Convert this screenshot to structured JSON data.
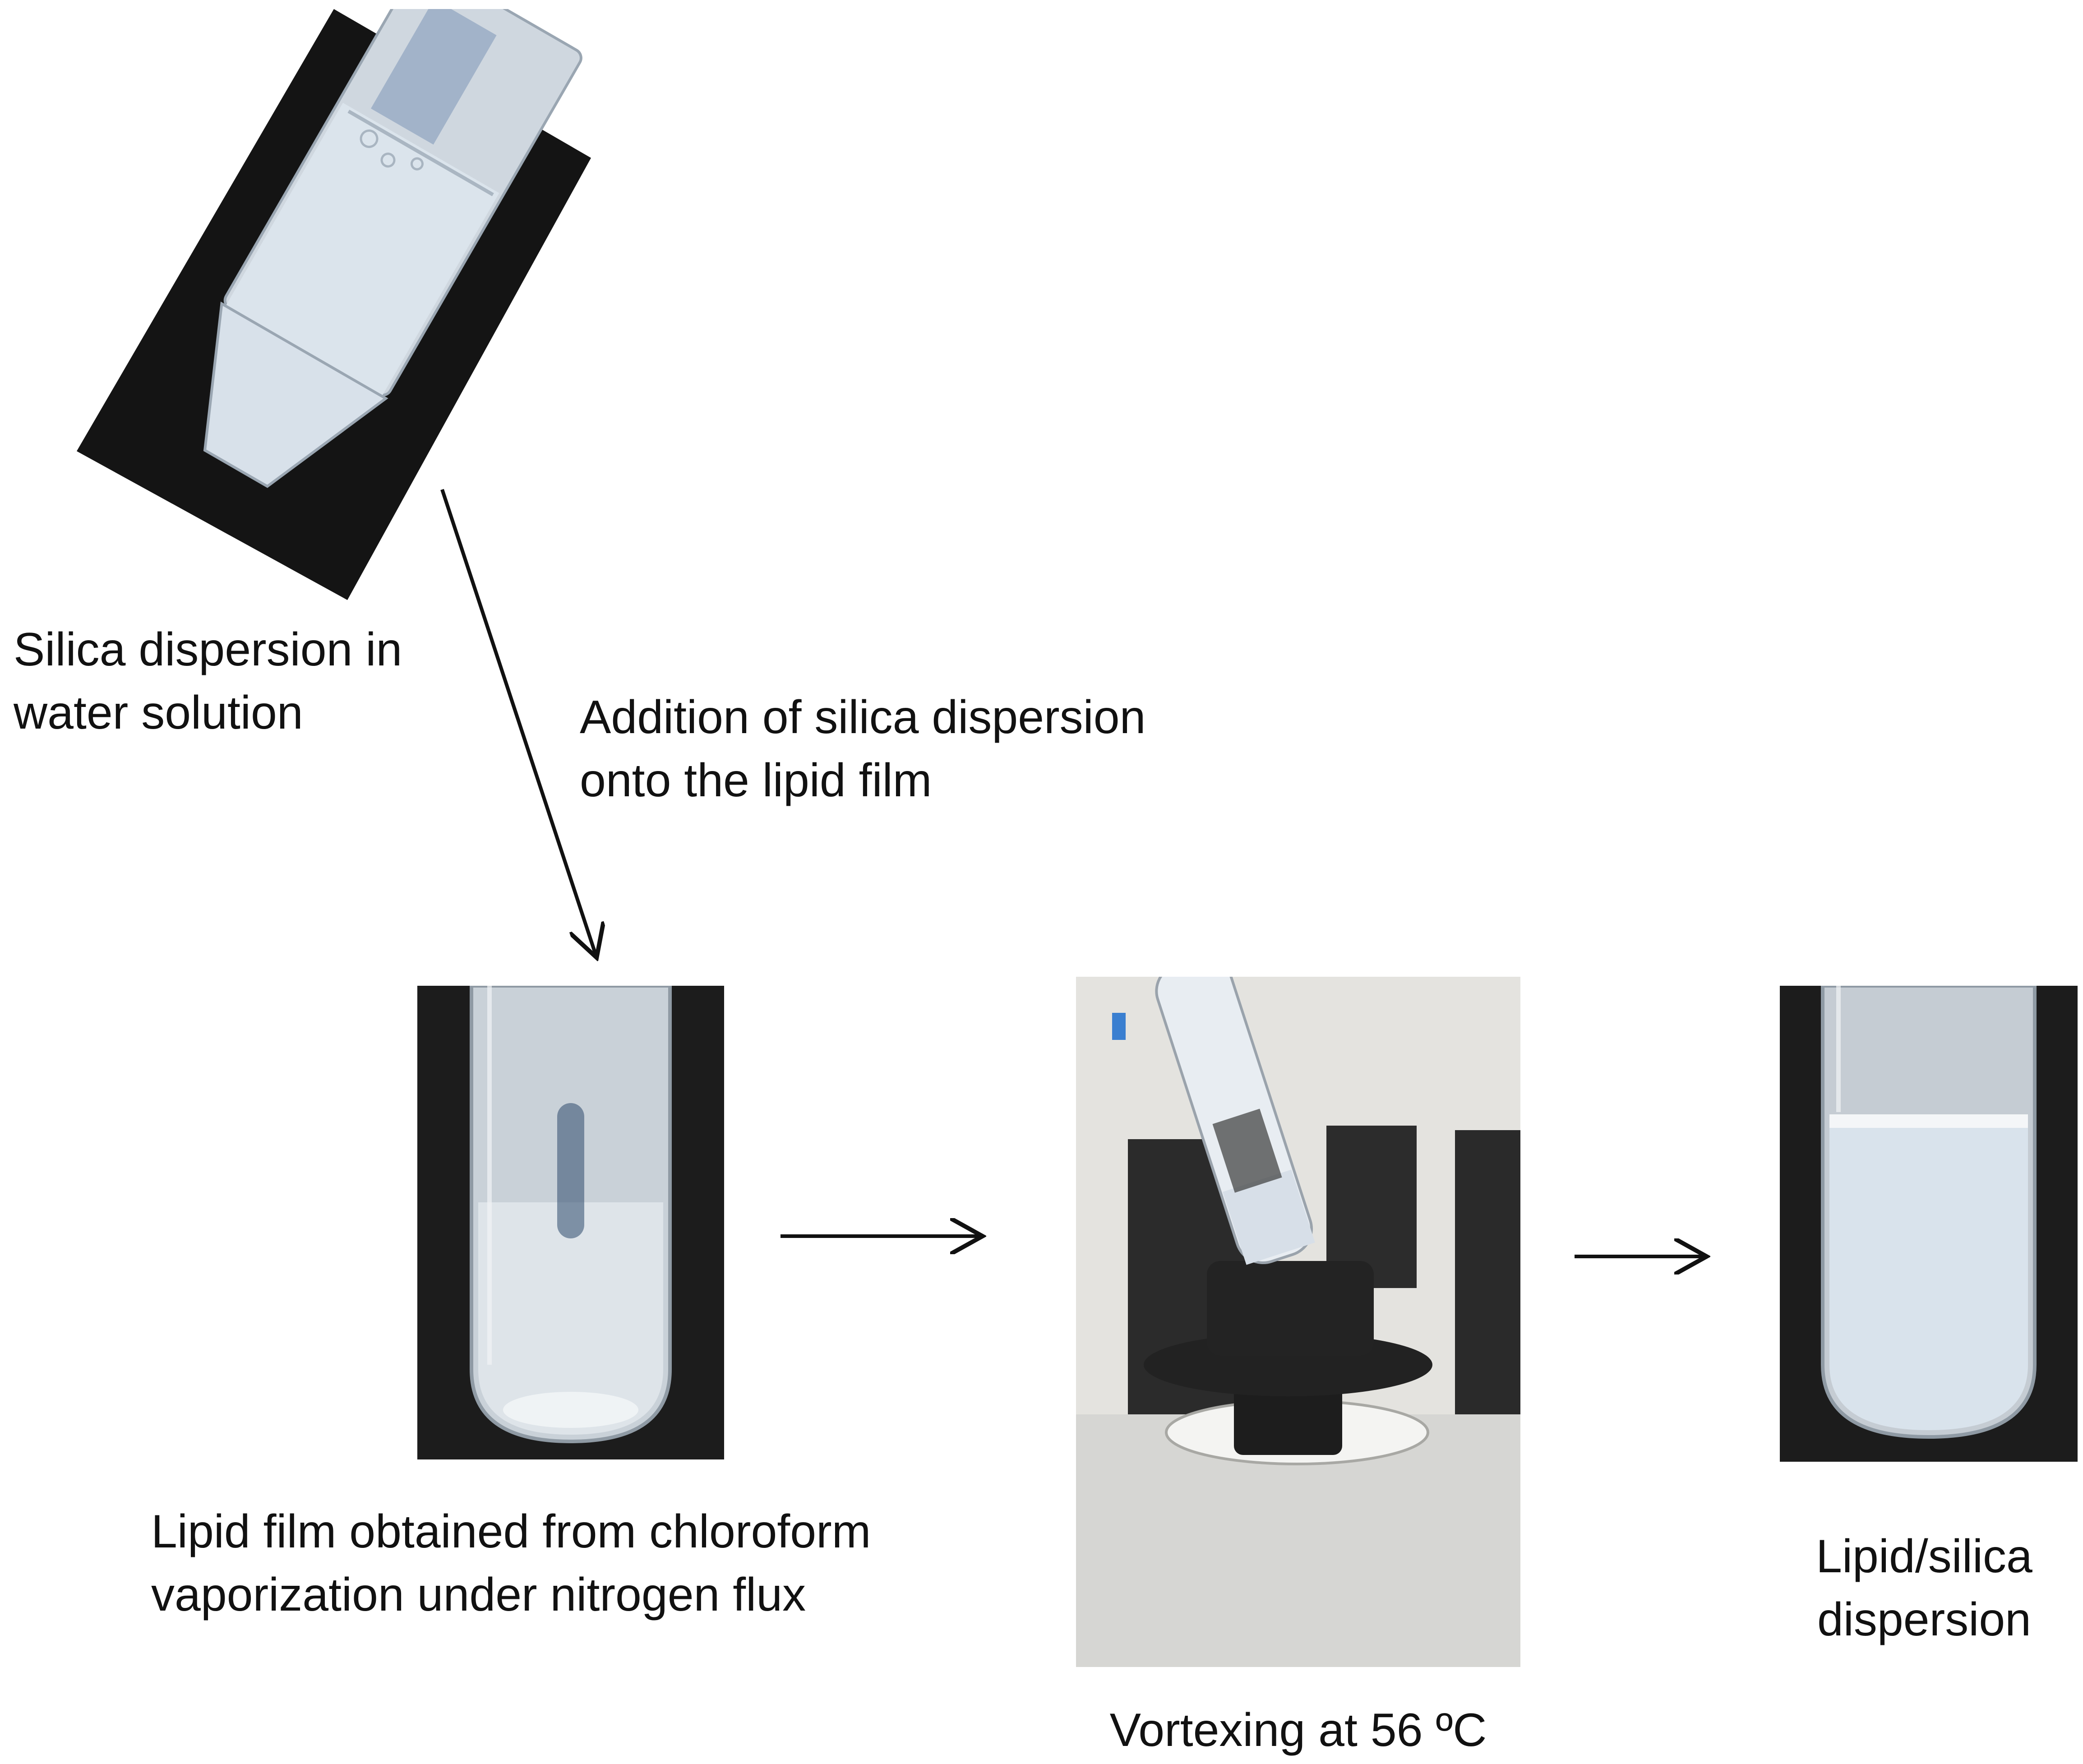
{
  "steps": {
    "silica": {
      "line1": "Silica dispersion in",
      "line2": "water solution"
    },
    "addition": {
      "line1": "Addition of silica dispersion",
      "line2": "onto the lipid film"
    },
    "lipid_film": {
      "line1": "Lipid film obtained from chloroform",
      "line2": "vaporization under nitrogen flux"
    },
    "vortexing": {
      "line1": "Vortexing at 56 ºC"
    },
    "final": {
      "line1": "Lipid/silica",
      "line2": "dispersion"
    }
  },
  "colors": {
    "photo_background": "#1a1a1a",
    "liquid": "#dfe7ee",
    "arrow": "#111111"
  }
}
